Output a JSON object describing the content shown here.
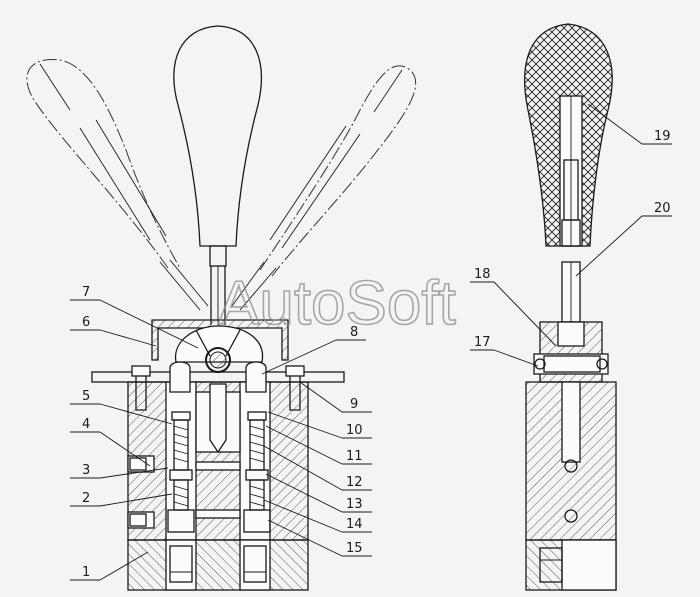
{
  "watermark": "AutoSoft",
  "labels": {
    "l1": "1",
    "l2": "2",
    "l3": "3",
    "l4": "4",
    "l5": "5",
    "l6": "6",
    "l7": "7",
    "l8": "8",
    "l9": "9",
    "l10": "10",
    "l11": "11",
    "l12": "12",
    "l13": "13",
    "l14": "14",
    "l15": "15",
    "l17": "17",
    "l18": "18",
    "l19": "19",
    "l20": "20"
  }
}
